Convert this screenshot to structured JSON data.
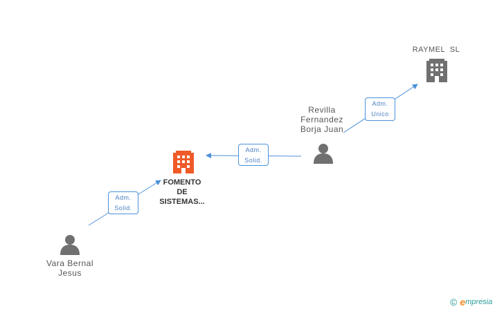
{
  "nodes": {
    "fomento": {
      "type": "company",
      "highlight": true,
      "color": "#f05a28",
      "icon": "building-icon",
      "lines": [
        "FOMENTO",
        "DE",
        "SISTEMAS..."
      ]
    },
    "raymel": {
      "type": "company",
      "color": "#707070",
      "icon": "building-icon",
      "lines": [
        "RAYMEL  SL"
      ]
    },
    "revilla": {
      "type": "person",
      "color": "#707070",
      "icon": "person-icon",
      "lines": [
        "Revilla",
        "Fernandez",
        "Borja Juan"
      ]
    },
    "vara": {
      "type": "person",
      "color": "#707070",
      "icon": "person-icon",
      "lines": [
        "Vara Bernal",
        "Jesus"
      ]
    }
  },
  "edges": [
    {
      "from": "vara",
      "to": "fomento",
      "role": [
        "Adm.",
        "Solid."
      ]
    },
    {
      "from": "revilla",
      "to": "fomento",
      "role": [
        "Adm.",
        "Solid."
      ]
    },
    {
      "from": "revilla",
      "to": "raymel",
      "role": [
        "Adm.",
        "Unico"
      ]
    }
  ],
  "colors": {
    "edge": "#4a90d9",
    "label_text": "#555555"
  },
  "footer": {
    "copyright": "©",
    "brand_e": "e",
    "brand_rest": "mpresia"
  }
}
